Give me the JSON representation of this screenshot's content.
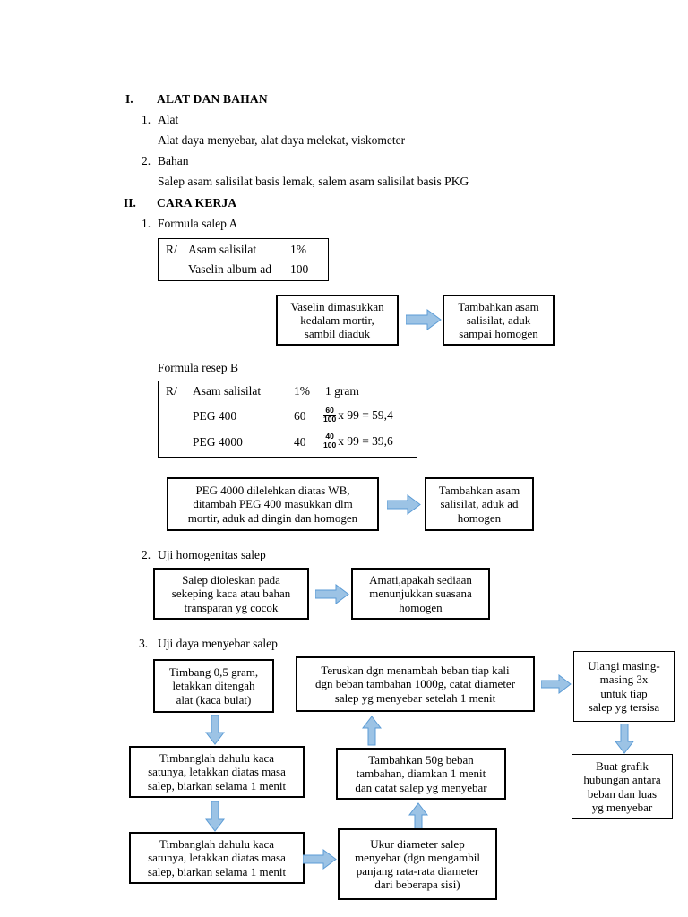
{
  "document": {
    "sections": [
      {
        "numeral": "I.",
        "title": "ALAT DAN BAHAN",
        "items": [
          {
            "marker": "1.",
            "label": "Alat",
            "body": "Alat daya menyebar, alat daya melekat, viskometer"
          },
          {
            "marker": "2.",
            "label": "Bahan",
            "body": "Salep asam salisilat basis lemak, salem asam salisilat basis PKG"
          }
        ]
      },
      {
        "numeral": "II.",
        "title": "CARA KERJA",
        "items": [
          {
            "marker": "1.",
            "label": "Formula salep A"
          },
          {
            "marker": "2.",
            "label": "Uji homogenitas salep"
          },
          {
            "marker": "3.",
            "label": "Uji daya menyebar salep"
          }
        ]
      }
    ],
    "formula_a": {
      "rows": [
        {
          "rx": "R/",
          "name": "Asam salisilat",
          "qty": "1%"
        },
        {
          "rx": "",
          "name": "Vaselin album ad",
          "qty": "100"
        }
      ]
    },
    "formula_b_caption": "Formula resep B",
    "formula_b": {
      "rows": [
        {
          "rx": "R/",
          "name": "Asam salisilat",
          "qty": "1%",
          "calc_plain": "1 gram",
          "num": "",
          "den": "",
          "tail": ""
        },
        {
          "rx": "",
          "name": "PEG 400",
          "qty": "60",
          "calc_plain": "",
          "num": "60",
          "den": "100",
          "tail": "x 99 = 59,4"
        },
        {
          "rx": "",
          "name": "PEG 4000",
          "qty": "40",
          "calc_plain": "",
          "num": "40",
          "den": "100",
          "tail": "x 99 = 39,6"
        }
      ]
    },
    "flow_a": [
      {
        "id": "va-1",
        "lines": [
          "Vaselin dimasukkan",
          "kedalam mortir,",
          "sambil diaduk"
        ]
      },
      {
        "id": "va-2",
        "lines": [
          "Tambahkan asam",
          "salisilat, aduk",
          "sampai homogen"
        ]
      }
    ],
    "flow_b": [
      {
        "id": "fb-1",
        "lines": [
          "PEG 4000 dilelehkan diatas WB,",
          "ditambah PEG 400 masukkan dlm",
          "mortir, aduk ad dingin dan homogen"
        ]
      },
      {
        "id": "fb-2",
        "lines": [
          "Tambahkan asam",
          "salisilat, aduk ad",
          "homogen"
        ]
      }
    ],
    "flow_homogenitas": [
      {
        "id": "fh-1",
        "lines": [
          "Salep dioleskan pada",
          "sekeping kaca atau bahan",
          "transparan yg cocok"
        ]
      },
      {
        "id": "fh-2",
        "lines": [
          "Amati,apakah sediaan",
          "menunjukkan suasana",
          "homogen"
        ]
      }
    ],
    "flow_menyebar": [
      {
        "id": "fm-1",
        "lines": [
          "Timbang 0,5 gram,",
          "letakkan ditengah",
          "alat (kaca bulat)"
        ]
      },
      {
        "id": "fm-2",
        "lines": [
          "Teruskan dgn menambah beban tiap kali",
          "dgn beban tambahan 1000g, catat diameter",
          "salep yg menyebar setelah 1 menit"
        ]
      },
      {
        "id": "fm-3",
        "lines": [
          "Ulangi masing-",
          "masing 3x",
          "untuk tiap",
          "salep yg tersisa"
        ]
      },
      {
        "id": "fm-4",
        "lines": [
          "Timbanglah dahulu kaca",
          "satunya, letakkan diatas masa",
          "salep, biarkan selama 1 menit"
        ]
      },
      {
        "id": "fm-5",
        "lines": [
          "Tambahkan 50g beban",
          "tambahan, diamkan 1 menit",
          "dan catat salep yg menyebar"
        ]
      },
      {
        "id": "fm-6",
        "lines": [
          "Buat grafik",
          "hubungan antara",
          "beban dan luas",
          "yg menyebar"
        ]
      },
      {
        "id": "fm-7",
        "lines": [
          "Timbanglah dahulu kaca",
          "satunya, letakkan diatas masa",
          "salep, biarkan selama 1 menit"
        ]
      },
      {
        "id": "fm-8",
        "lines": [
          "Ukur diameter salep",
          "menyebar (dgn mengambil",
          "panjang rata-rata diameter",
          "dari beberapa sisi)"
        ]
      }
    ],
    "colors": {
      "arrow_fill": "#9cc3e5",
      "arrow_stroke": "#5b9bd5",
      "box_border": "#000000",
      "text": "#000000",
      "background": "#ffffff"
    }
  }
}
